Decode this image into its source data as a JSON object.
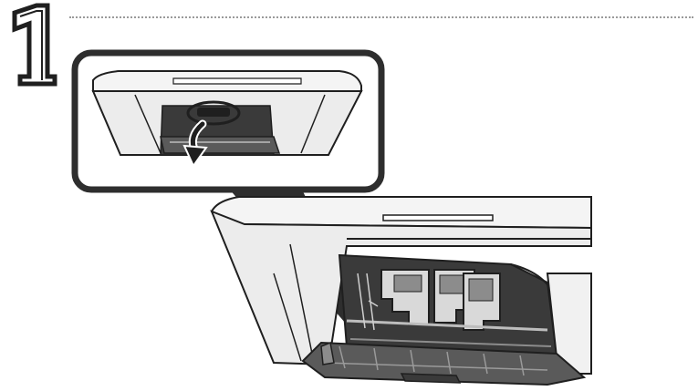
{
  "step": {
    "number": "1"
  },
  "illustration": {
    "subject": "printer-ink-cartridge-access",
    "zoom_callout": "front-cover-open-callout",
    "arrow_icon": "down-arrow-icon"
  },
  "colors": {
    "line": "#1f1f1f",
    "dark_fill": "#3a3a3a",
    "mid_gray": "#8c8c8c",
    "light_gray": "#d9d9d9",
    "dotted_rule": "#9a9a9a"
  }
}
